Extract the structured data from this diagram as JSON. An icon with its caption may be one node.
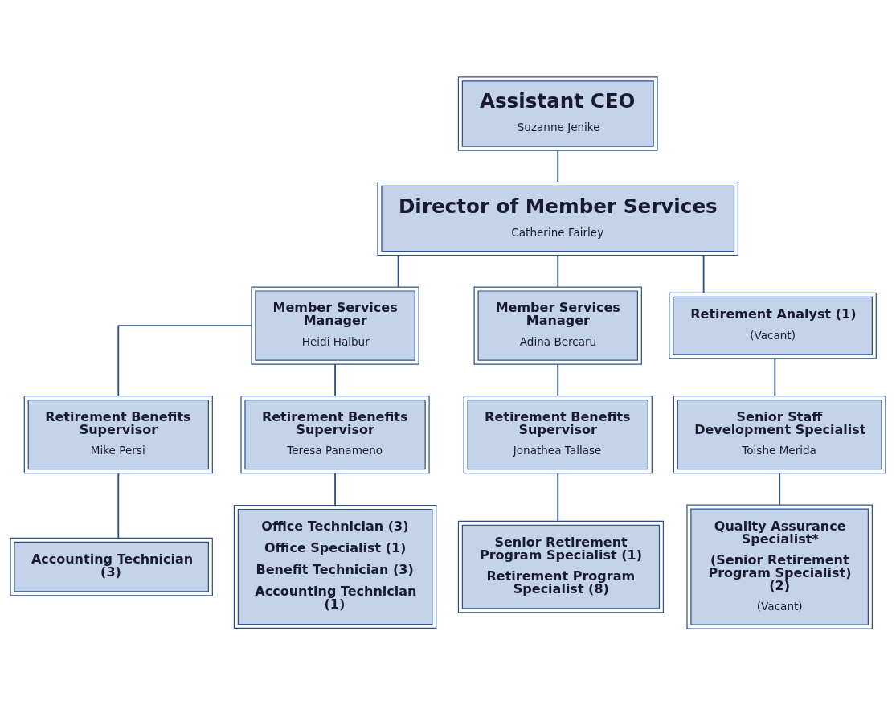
{
  "diagram": {
    "nodes": [
      {
        "text": [
          "Assistant CEO",
          "Suzanne Jenike"
        ]
      },
      {
        "text": [
          "Director of Member Services",
          "Catherine Fairley"
        ]
      },
      {
        "text": [
          "Member Services Manager",
          "Heidi Halbur"
        ]
      },
      {
        "text": [
          "Member Services Manager",
          "Adina Bercaru"
        ]
      },
      {
        "text": [
          "Retirement Analyst (1)",
          "(Vacant)"
        ]
      },
      {
        "text": [
          "Retirement Benefits Supervisor",
          "Mike Persi"
        ]
      },
      {
        "text": [
          "Retirement Benefits Supervisor",
          "Teresa Panameno"
        ]
      },
      {
        "text": [
          "Retirement Benefits Supervisor",
          "Jonathea Tallase"
        ]
      },
      {
        "text": [
          "Senior Staff Development Specialist",
          "Toishe Merida"
        ]
      },
      {
        "text": [
          "Accounting Technician (3)"
        ]
      },
      {
        "text": [
          "Office Technician (3)",
          "Office Specialist (1)",
          "Benefit Technician (3)",
          "Accounting Technician (1)"
        ]
      },
      {
        "text": [
          "Senior Retirement Program Specialist (1)",
          "Retirement Program Specialist (8)"
        ]
      },
      {
        "text": [
          "Quality Assurance Specialist*",
          "(Senior Retirement Program Specialist) (2)",
          "(Vacant)"
        ]
      }
    ],
    "edges": [
      {
        "from": 0,
        "to": 1,
        "arrow": "none"
      },
      {
        "from": 1,
        "to": 2,
        "arrow": "none"
      },
      {
        "from": 1,
        "to": 3,
        "arrow": "none"
      },
      {
        "from": 1,
        "to": 4,
        "arrow": "none"
      },
      {
        "from": 2,
        "to": 5,
        "arrow": "none"
      },
      {
        "from": 2,
        "to": 6,
        "arrow": "none"
      },
      {
        "from": 3,
        "to": 7,
        "arrow": "none"
      },
      {
        "from": 4,
        "to": 8,
        "arrow": "none"
      },
      {
        "from": 5,
        "to": 9,
        "arrow": "none"
      },
      {
        "from": 6,
        "to": 10,
        "arrow": "none"
      },
      {
        "from": 7,
        "to": 11,
        "arrow": "none"
      },
      {
        "from": 8,
        "to": 12,
        "arrow": "none"
      }
    ]
  }
}
